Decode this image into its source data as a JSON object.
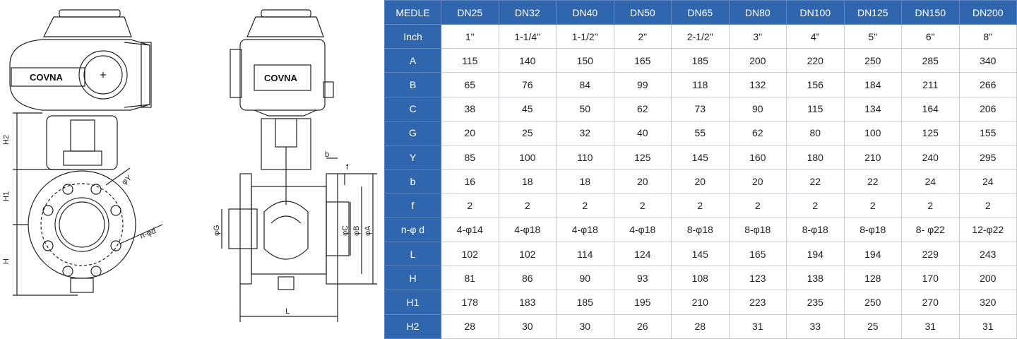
{
  "drawing": {
    "brand": "COVNA",
    "front_dims": [
      "H2",
      "H1",
      "H",
      "φY",
      "n-φd"
    ],
    "side_dims": [
      "b",
      "f",
      "φG",
      "φC",
      "φB",
      "φA",
      "L"
    ]
  },
  "table": {
    "header": [
      "MEDLE",
      "DN25",
      "DN32",
      "DN40",
      "DN50",
      "DN65",
      "DN80",
      "DN100",
      "DN125",
      "DN150",
      "DN200"
    ],
    "rows": [
      {
        "label": "Inch",
        "values": [
          "1\"",
          "1-1/4\"",
          "1-1/2\"",
          "2\"",
          "2-1/2\"",
          "3\"",
          "4\"",
          "5\"",
          "6\"",
          "8\""
        ]
      },
      {
        "label": "A",
        "values": [
          "115",
          "140",
          "150",
          "165",
          "185",
          "200",
          "220",
          "250",
          "285",
          "340"
        ]
      },
      {
        "label": "B",
        "values": [
          "65",
          "76",
          "84",
          "99",
          "118",
          "132",
          "156",
          "184",
          "211",
          "266"
        ]
      },
      {
        "label": "C",
        "values": [
          "38",
          "45",
          "50",
          "62",
          "73",
          "90",
          "115",
          "134",
          "164",
          "206"
        ]
      },
      {
        "label": "G",
        "values": [
          "20",
          "25",
          "32",
          "40",
          "55",
          "62",
          "80",
          "100",
          "125",
          "155"
        ]
      },
      {
        "label": "Y",
        "values": [
          "85",
          "100",
          "110",
          "125",
          "145",
          "160",
          "180",
          "210",
          "240",
          "295"
        ]
      },
      {
        "label": "b",
        "values": [
          "16",
          "18",
          "18",
          "20",
          "20",
          "20",
          "22",
          "22",
          "24",
          "24"
        ]
      },
      {
        "label": "f",
        "values": [
          "2",
          "2",
          "2",
          "2",
          "2",
          "2",
          "2",
          "2",
          "2",
          "2"
        ]
      },
      {
        "label": "n-φ d",
        "values": [
          "4-φ14",
          "4-φ18",
          "4-φ18",
          "4-φ18",
          "8-φ18",
          "8-φ18",
          "8-φ18",
          "8-φ18",
          "8- φ22",
          "12-φ22"
        ]
      },
      {
        "label": "L",
        "values": [
          "102",
          "102",
          "114",
          "124",
          "145",
          "165",
          "194",
          "194",
          "229",
          "243"
        ]
      },
      {
        "label": "H",
        "values": [
          "81",
          "86",
          "90",
          "93",
          "108",
          "123",
          "138",
          "128",
          "170",
          "200"
        ]
      },
      {
        "label": "H1",
        "values": [
          "178",
          "183",
          "185",
          "195",
          "210",
          "223",
          "235",
          "250",
          "270",
          "320"
        ]
      },
      {
        "label": "H2",
        "values": [
          "28",
          "30",
          "30",
          "26",
          "28",
          "31",
          "33",
          "25",
          "31",
          "31"
        ]
      }
    ]
  }
}
